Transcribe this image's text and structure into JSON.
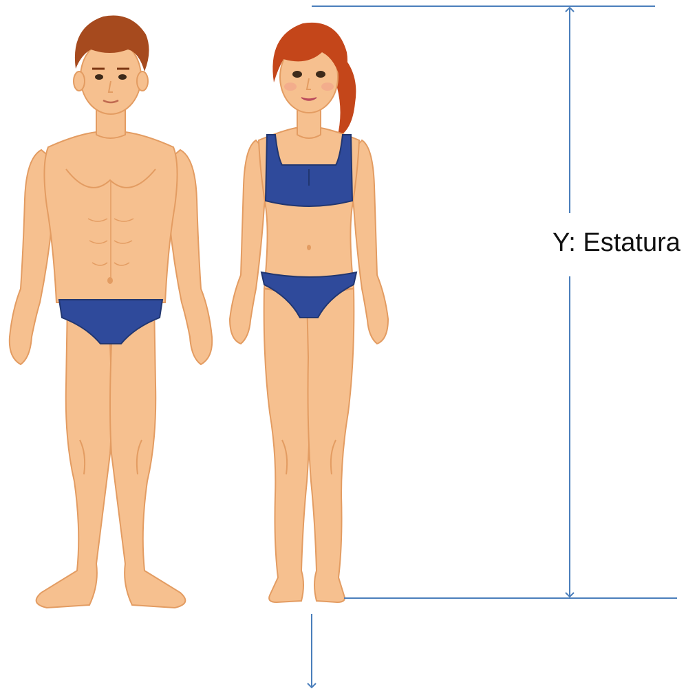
{
  "measure": {
    "label": "Y: Estatura"
  },
  "colors": {
    "line": "#4a7ebb",
    "skin": "#f6c08f",
    "skin_shadow": "#e39c62",
    "swimwear": "#2f4a9b",
    "swimwear_dark": "#213670",
    "male_hair": "#a64a1e",
    "female_hair": "#c4461a",
    "text": "#111111"
  },
  "figures": [
    {
      "id": "male",
      "icon": "man-figure-icon"
    },
    {
      "id": "female",
      "icon": "woman-figure-icon"
    }
  ]
}
